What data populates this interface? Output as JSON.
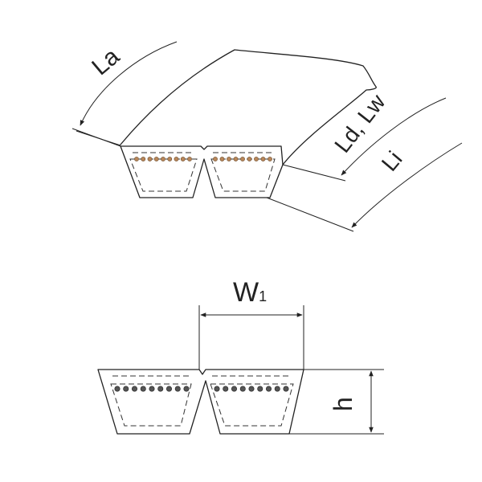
{
  "labels": {
    "la": "La",
    "ld_lw": "Ld, Lw",
    "li": "Li",
    "w1_main": "W",
    "w1_sub": "1",
    "h": "h"
  },
  "colors": {
    "line": "#222222",
    "cord_top": "#b8875a",
    "cord_bottom": "#555555"
  },
  "cords_per_rib": 9
}
